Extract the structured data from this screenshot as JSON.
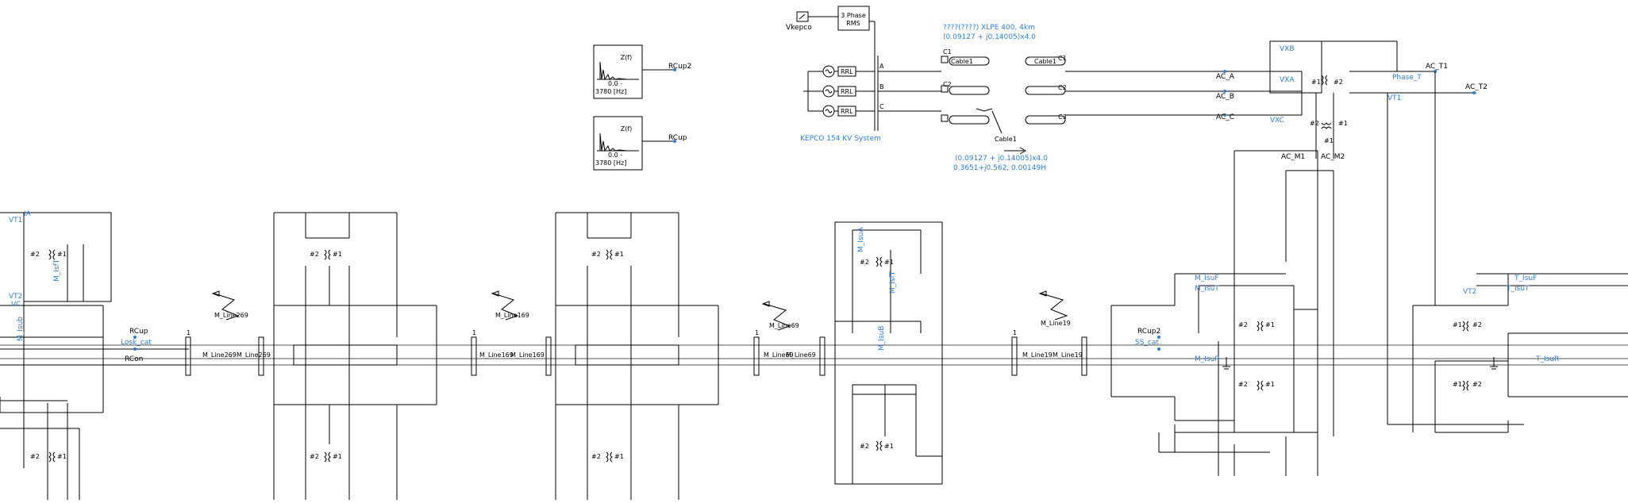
{
  "colors": {
    "wire": "#000000",
    "label": "#2f7fd8",
    "background": "#ffffff"
  },
  "source": {
    "name": "Vkepco",
    "rms_block": [
      "3 Phase",
      "RMS"
    ],
    "system_label": "KEPCO 154 KV System",
    "rrl": [
      "RRL",
      "RRL",
      "RRL"
    ],
    "phases": [
      "A",
      "B",
      "C"
    ]
  },
  "cable": {
    "title": "????(????) XLPE 400, 4km",
    "impedance": "(0.09127 + j0.14005)x4.0",
    "impedance2": "(0.09127 + j0.14005)x4.0",
    "params": "0.3651+j0.562,  0.00149H",
    "names": [
      "Cable1",
      "Cable1",
      "Cable1"
    ],
    "conductors": [
      "C1",
      "C2",
      "C3",
      "C1",
      "C2",
      "C3"
    ]
  },
  "freq_blocks": [
    {
      "title": "Z(f)",
      "range": "0.0  -",
      "freq": "3780 [Hz]",
      "output": "RCup2"
    },
    {
      "title": "Z(f)",
      "range": "0.0  -",
      "freq": "3780 [Hz]",
      "output": "RCup"
    }
  ],
  "ac_buses": {
    "a": "AC_A",
    "b": "AC_B",
    "c": "AC_C",
    "t1": "AC_T1",
    "t2": "AC_T2",
    "m1": "AC_M1",
    "m2": "AC_M2",
    "vxb": "VXB",
    "vxa": "VXA",
    "vxc": "VXC",
    "phase_t": "Phase_T",
    "vt1": "VT1"
  },
  "left_section": {
    "vt1": "VT1",
    "ia": "IA",
    "vt2": "VT2",
    "vc": "VC",
    "ip": "M_IsfT",
    "isub": "M_Isub",
    "rcup": "RCup",
    "rcup_label": "Losk_cat",
    "rcon": "RCon"
  },
  "lines": {
    "l1": "M_Line269",
    "l1b": "M_Line269",
    "l2": "M_Line169",
    "l2b": "M_Line169",
    "l3": "M_Line69",
    "l3b": "M_Line69",
    "l4": "M_Line19",
    "l4b": "M_Line19"
  },
  "section4": {
    "top_current": "M_IsuA",
    "mid_current": "M_IsfT",
    "down_current": "M_IsuB"
  },
  "section5": {
    "rcup2": "RCup2",
    "ss_cat": "SS_cat",
    "isf": "M_IsuF",
    "isf2": "M_IsuT",
    "isr": "M_IsuR"
  },
  "section6": {
    "vt2": "VT2",
    "isf": "T_IsuF",
    "ist": "T_IsuT",
    "isr": "T_IsuR"
  },
  "transformer_labels": {
    "p1": "#1",
    "p2": "#2"
  },
  "pins": {
    "one": "1"
  }
}
